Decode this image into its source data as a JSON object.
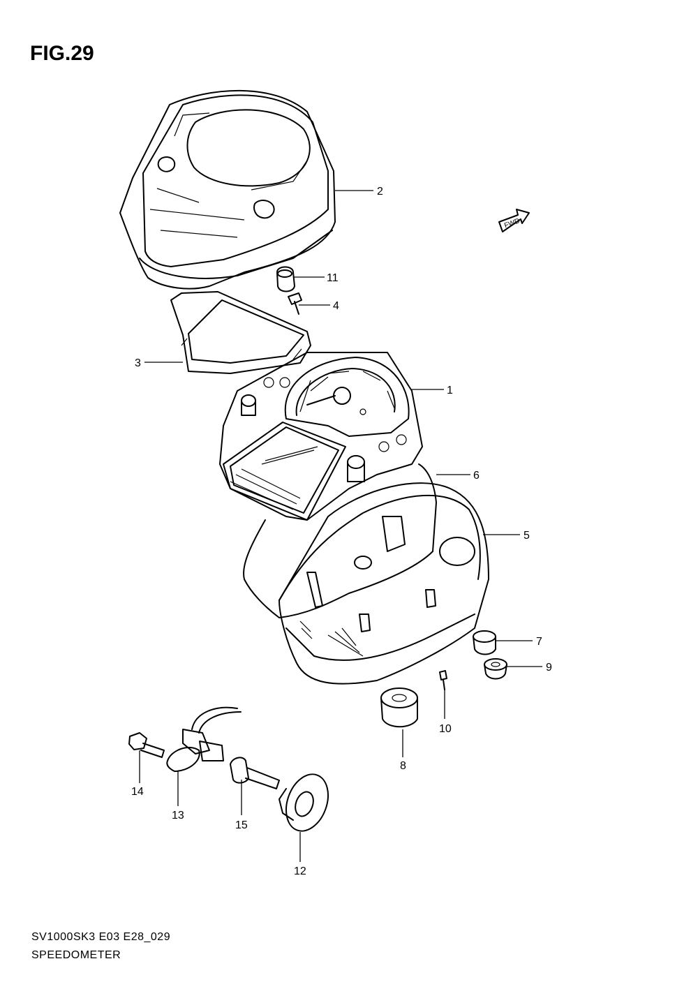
{
  "figure": {
    "title": "FIG.29"
  },
  "fwd_badge": {
    "label": "FWD"
  },
  "callouts": [
    "1",
    "2",
    "3",
    "4",
    "5",
    "6",
    "7",
    "8",
    "9",
    "10",
    "11",
    "12",
    "13",
    "14",
    "15"
  ],
  "footer": {
    "code": "SV1000SK3 E03 E28_029",
    "name": "SPEEDOMETER"
  }
}
